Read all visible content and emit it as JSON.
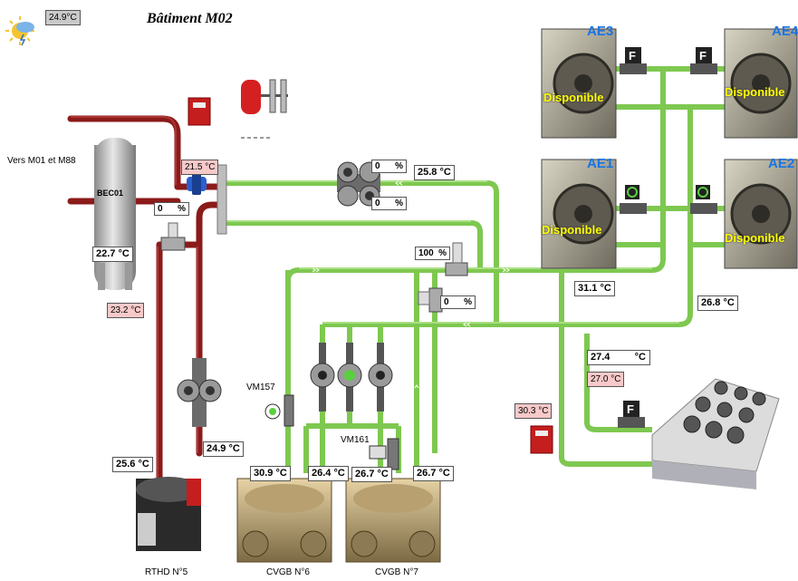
{
  "header": {
    "title": "Bâtiment M02",
    "outdoor_temp": "24.9°C"
  },
  "labels": {
    "vers": "Vers M01 et M88",
    "bec01": "BEC01",
    "vm157": "VM157",
    "vm161": "VM161",
    "rthd5": "RTHD N°5",
    "cvgb6": "CVGB N°6",
    "cvgb7": "CVGB N°7"
  },
  "air_exchangers": [
    {
      "name": "AE3",
      "status": "Disponible"
    },
    {
      "name": "AE4",
      "status": "Disponible"
    },
    {
      "name": "AE1",
      "status": "Disponible"
    },
    {
      "name": "AE2",
      "status": "Disponible"
    }
  ],
  "temperatures": {
    "t_215": "21.5 °C",
    "t_bec01": "22.7 °C",
    "t_232": "23.2 °C",
    "t_256": "25.6 °C",
    "t_249": "24.9 °C",
    "t_258": "25.8 °C",
    "t_311": "31.1 °C",
    "t_268": "26.8 °C",
    "t_274": "27.4",
    "t_274_unit": "°C",
    "t_270": "27.0 °C",
    "t_303": "30.3 °C",
    "t_309": "30.9 °C",
    "t_264": "26.4 °C",
    "t_267a": "26.7 °C",
    "t_267b": "26.7 °C"
  },
  "valves": {
    "v_left": "0",
    "v_pump_top": "0",
    "v_pump_bottom": "0",
    "v_100": "100",
    "v_mid": "0",
    "unit": "%"
  },
  "colors": {
    "hot_pipe": "#8b1a1a",
    "cold_pipe": "#7ec850",
    "accent_blue": "#1874e6",
    "status_yellow": "#ffff00"
  }
}
